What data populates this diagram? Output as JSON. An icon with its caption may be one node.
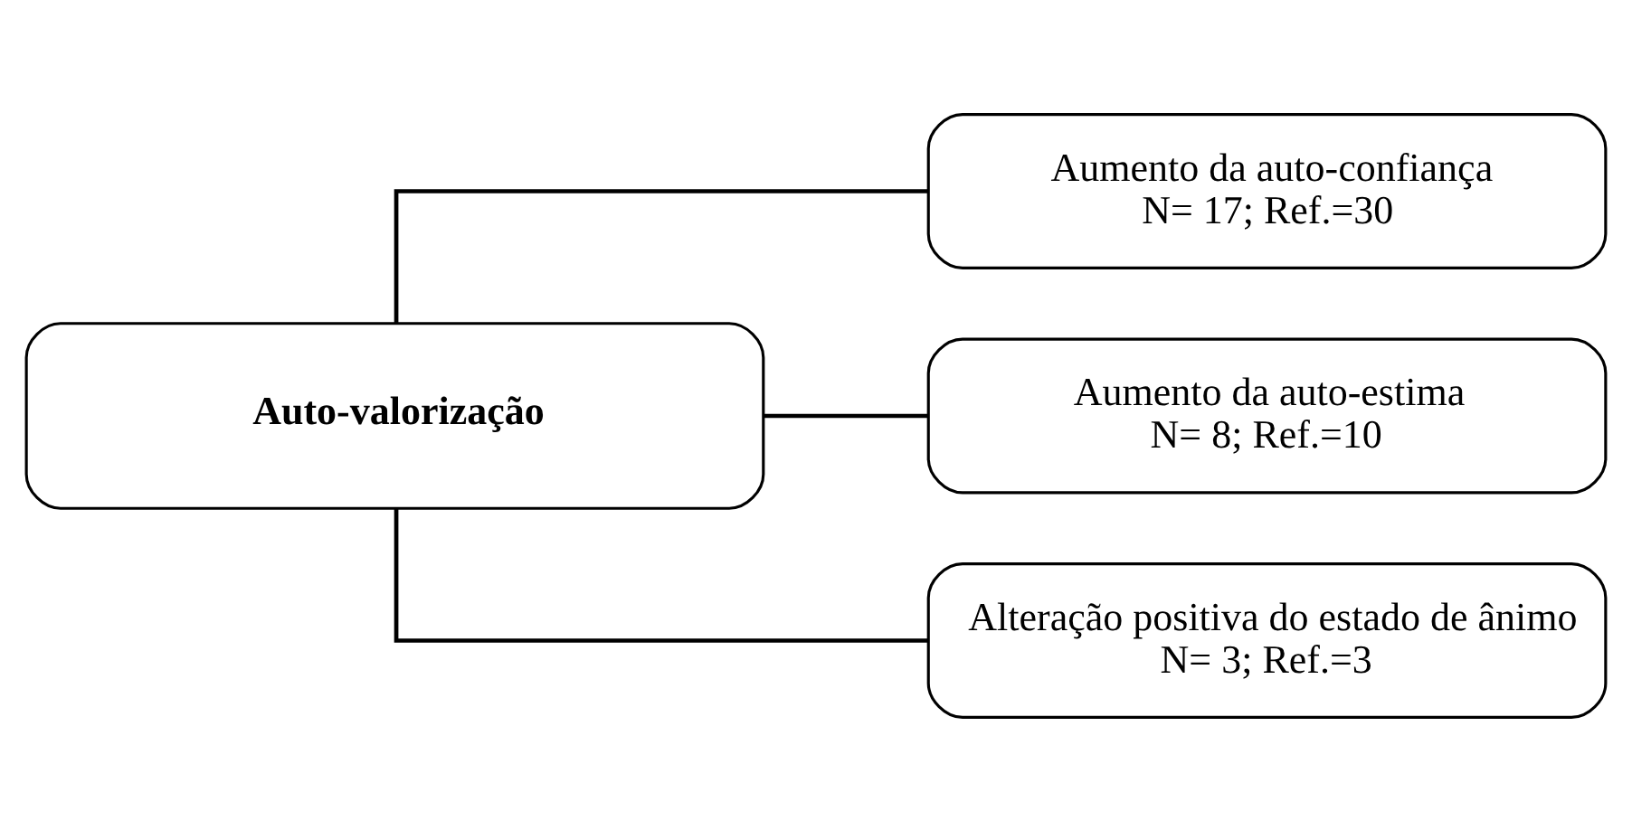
{
  "diagram": {
    "nodes": [
      {
        "text": [
          "Auto-valorização"
        ]
      },
      {
        "text": [
          "Aumento da auto-confiança",
          "N= 17; Ref.=30"
        ]
      },
      {
        "text": [
          "Aumento da auto-estima",
          "N= 8; Ref.=10"
        ]
      },
      {
        "text": [
          "Alteração positiva do estado de ânimo",
          "N= 3; Ref.=3"
        ]
      }
    ],
    "edges": [
      {
        "from": 0,
        "to": 1,
        "arrow": "none"
      },
      {
        "from": 0,
        "to": 2,
        "arrow": "none"
      },
      {
        "from": 0,
        "to": 3,
        "arrow": "none"
      }
    ]
  }
}
